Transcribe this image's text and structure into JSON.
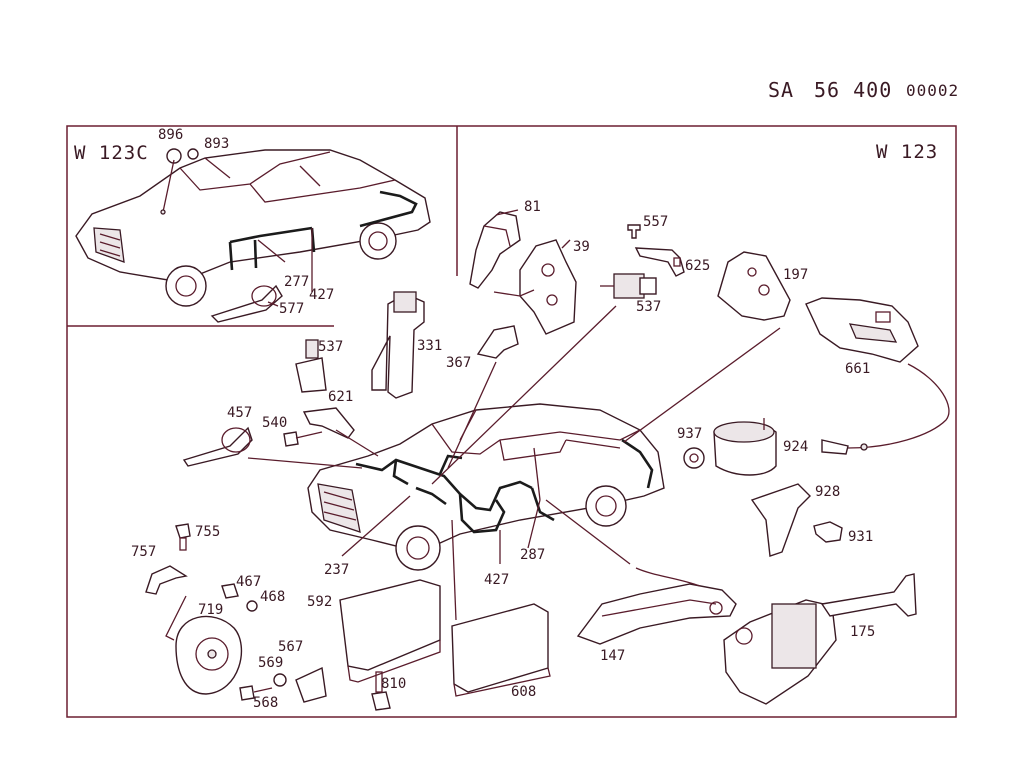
{
  "sheet": {
    "code_prefix": "SA",
    "code_group": "56 400",
    "code_sheet": "00002"
  },
  "variants": {
    "coupe": "W 123C",
    "sedan": "W 123"
  },
  "part_numbers": {
    "p896": "896",
    "p893": "893",
    "p277": "277",
    "p427a": "427",
    "p577": "577",
    "p81": "81",
    "p39": "39",
    "p557": "557",
    "p625": "625",
    "p197": "197",
    "p537a": "537",
    "p331": "331",
    "p367": "367",
    "p537b": "537",
    "p621": "621",
    "p661": "661",
    "p457": "457",
    "p540": "540",
    "p937": "937",
    "p924": "924",
    "p928": "928",
    "p931": "931",
    "p755": "755",
    "p757": "757",
    "p237": "237",
    "p427b": "427",
    "p287": "287",
    "p467": "467",
    "p468": "468",
    "p592": "592",
    "p719": "719",
    "p567": "567",
    "p569": "569",
    "p568": "568",
    "p810": "810",
    "p608": "608",
    "p147": "147",
    "p175": "175"
  }
}
